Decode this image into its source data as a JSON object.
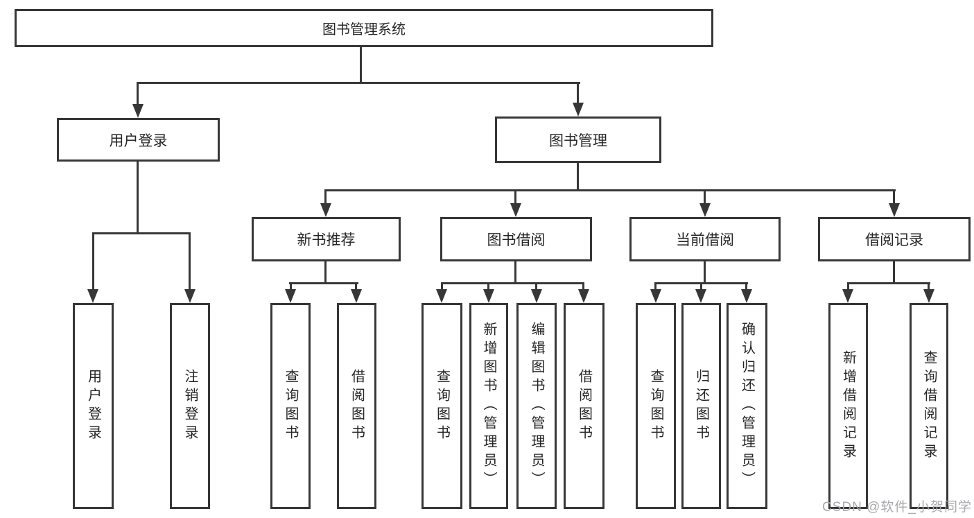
{
  "tree": {
    "label": "图书管理系统",
    "children": [
      {
        "label": "用户登录",
        "children": [
          {
            "label": "用户登录"
          },
          {
            "label": "注销登录"
          }
        ]
      },
      {
        "label": "图书管理",
        "children": [
          {
            "label": "新书推荐",
            "children": [
              {
                "label": "查询图书"
              },
              {
                "label": "借阅图书"
              }
            ]
          },
          {
            "label": "图书借阅",
            "children": [
              {
                "label": "查询图书"
              },
              {
                "label": "新增图书（管理员）"
              },
              {
                "label": "编辑图书（管理员）"
              },
              {
                "label": "借阅图书"
              }
            ]
          },
          {
            "label": "当前借阅",
            "children": [
              {
                "label": "查询图书"
              },
              {
                "label": "归还图书"
              },
              {
                "label": "确认归还（管理员）"
              }
            ]
          },
          {
            "label": "借阅记录",
            "children": [
              {
                "label": "新增借阅记录"
              },
              {
                "label": "查询借阅记录"
              }
            ]
          }
        ]
      }
    ]
  },
  "watermark": {
    "text": "CSDN @软件_小贺同学"
  },
  "colors": {
    "line": "#373737",
    "text": "#262626",
    "watermark": "#a9a9ad",
    "background": "#ffffff"
  }
}
